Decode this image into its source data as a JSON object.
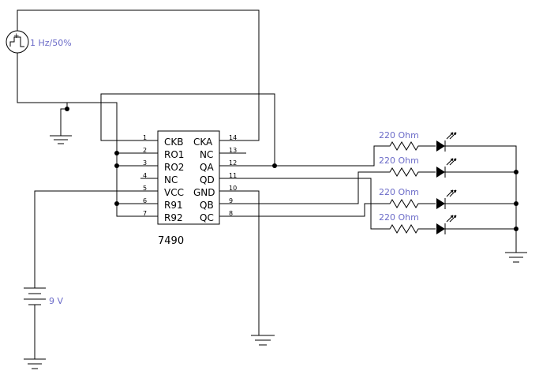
{
  "source": {
    "label": "1 Hz/50%"
  },
  "battery": {
    "label": "9 V"
  },
  "ic": {
    "name": "7490",
    "left_pins": [
      {
        "num": "1",
        "name": "CKB"
      },
      {
        "num": "2",
        "name": "RO1"
      },
      {
        "num": "3",
        "name": "RO2"
      },
      {
        "num": "4",
        "name": "NC"
      },
      {
        "num": "5",
        "name": "VCC"
      },
      {
        "num": "6",
        "name": "R91"
      },
      {
        "num": "7",
        "name": "R92"
      }
    ],
    "right_pins": [
      {
        "num": "14",
        "name": "CKA"
      },
      {
        "num": "13",
        "name": "NC"
      },
      {
        "num": "12",
        "name": "QA"
      },
      {
        "num": "11",
        "name": "QD"
      },
      {
        "num": "10",
        "name": "GND"
      },
      {
        "num": "9",
        "name": "QB"
      },
      {
        "num": "8",
        "name": "QC"
      }
    ]
  },
  "resistors": [
    {
      "label": "220  Ohm"
    },
    {
      "label": "220  Ohm"
    },
    {
      "label": "220  Ohm"
    },
    {
      "label": "220  Ohm"
    }
  ]
}
